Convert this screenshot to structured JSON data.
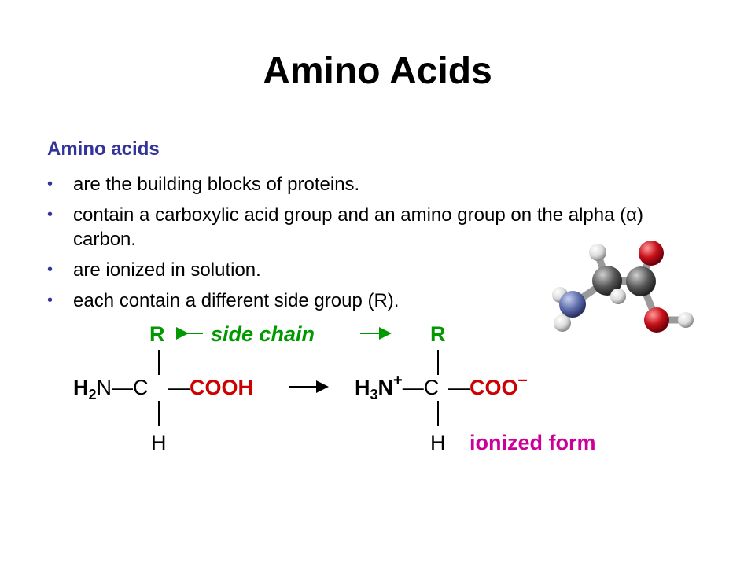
{
  "title": "Amino Acids",
  "subheading": "Amino acids",
  "bullet_glyph": "•",
  "bullets": [
    "are the building blocks of proteins.",
    "contain a carboxylic acid group and an amino group on the alpha (",
    ") carbon.",
    "are ionized in solution.",
    "each contain a different side group (R)."
  ],
  "alpha_symbol": "α",
  "structure": {
    "r": "R",
    "side_chain_label": "side chain",
    "h2n_h": "H",
    "h2n_sub": "2",
    "h2n_n": "N—C",
    "cooh": "—COOH",
    "h3n_h": "H",
    "h3n_sub": "3",
    "h3n_n": "N",
    "plus": "+",
    "carbon": "—C",
    "coo": "—COO",
    "minus": "–",
    "h": "H",
    "ionized_label": "ionized form"
  },
  "colors": {
    "title": "#000000",
    "subheading": "#333399",
    "bullet": "#333399",
    "side_chain_green": "#009900",
    "cooh_red": "#cc0000",
    "ionized_magenta": "#cc0099",
    "atom_carbon": "#555555",
    "atom_nitrogen": "#5a6aa8",
    "atom_oxygen": "#c8101a",
    "atom_hydrogen": "#e6e6e6"
  }
}
